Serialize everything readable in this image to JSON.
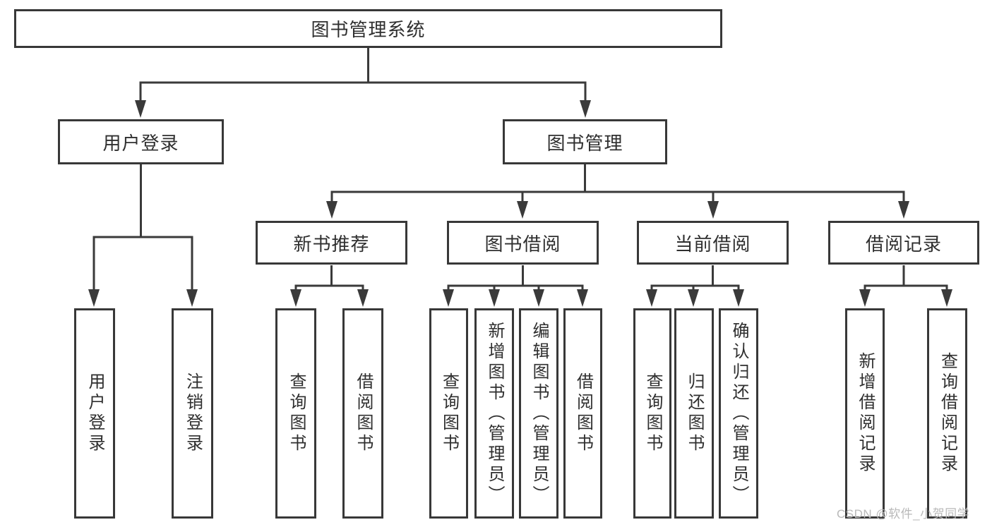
{
  "tree": {
    "label": "图书管理系统",
    "children": [
      {
        "label": "用户登录",
        "children": [
          {
            "label": "用户登录"
          },
          {
            "label": "注销登录"
          }
        ]
      },
      {
        "label": "图书管理",
        "children": [
          {
            "label": "新书推荐",
            "children": [
              {
                "label": "查询图书"
              },
              {
                "label": "借阅图书"
              }
            ]
          },
          {
            "label": "图书借阅",
            "children": [
              {
                "label": "查询图书"
              },
              {
                "label": "新增图书（管理员）"
              },
              {
                "label": "编辑图书（管理员）"
              },
              {
                "label": "借阅图书"
              }
            ]
          },
          {
            "label": "当前借阅",
            "children": [
              {
                "label": "查询图书"
              },
              {
                "label": "归还图书"
              },
              {
                "label": "确认归还（管理员）"
              }
            ]
          },
          {
            "label": "借阅记录",
            "children": [
              {
                "label": "新增借阅记录"
              },
              {
                "label": "查询借阅记录"
              }
            ]
          }
        ]
      }
    ]
  },
  "watermark": {
    "text": "CSDN @软件_小贺同学"
  },
  "colors": {
    "line": "#3a3a3a",
    "box_border": "#383838",
    "text": "#2f2f2f",
    "watermark": "#b9b9b9",
    "background": "#ffffff"
  }
}
